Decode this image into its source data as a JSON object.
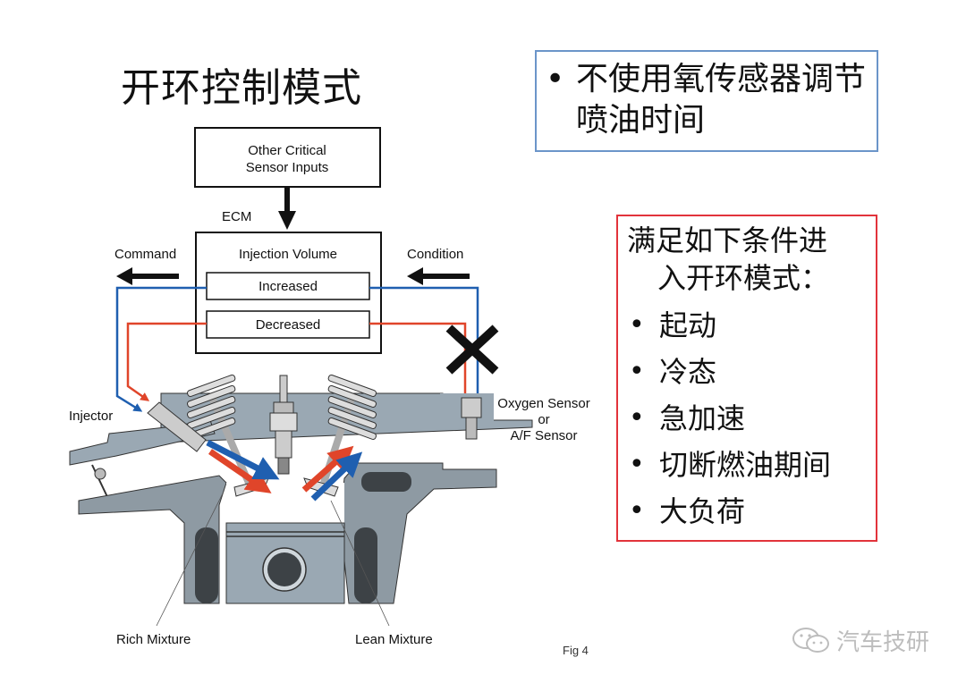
{
  "slide": {
    "title": "开环控制模式",
    "note": {
      "bullet": "•",
      "text": "不使用氧传感器调节喷油时间"
    },
    "conditions": {
      "heading": "满足如下条件进入开环模式：",
      "heading_line1": "满足如下条件进",
      "heading_line2": "入开环模式：",
      "items": [
        "起动",
        "冷态",
        "急加速",
        "切断燃油期间",
        "大负荷"
      ]
    },
    "watermark": {
      "icon": "wechat-icon",
      "text": "汽车技研"
    }
  },
  "diagram": {
    "sensor_box": "Other Critical\nSensor Inputs",
    "sensor_box_line1": "Other Critical",
    "sensor_box_line2": "Sensor Inputs",
    "ecm_label": "ECM",
    "injection_volume": "Injection Volume",
    "increased": "Increased",
    "decreased": "Decreased",
    "command": "Command",
    "condition": "Condition",
    "injector": "Injector",
    "oxygen_sensor_line1": "Oxygen Sensor",
    "oxygen_sensor_line2": "or",
    "oxygen_sensor_line3": "A/F Sensor",
    "rich_mixture": "Rich Mixture",
    "lean_mixture": "Lean Mixture",
    "fig_label": "Fig 4",
    "colors": {
      "blue": "#1f5fb0",
      "red": "#e0452a",
      "engine_gray": "#9aa8b3",
      "dark_gray": "#3d4246",
      "cross": "#111111"
    }
  }
}
